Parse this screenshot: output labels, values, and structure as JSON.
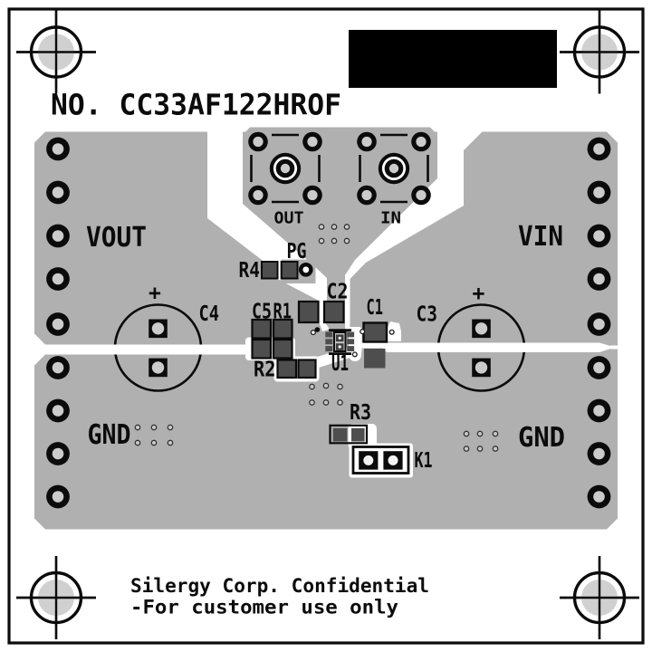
{
  "title": "NO. CC33AF122HROF",
  "board": {
    "connector_labels": {
      "vout": "VOUT",
      "vin": "VIN",
      "gnd_left": "GND",
      "gnd_right": "GND",
      "out_jack": "OUT",
      "in_jack": "IN",
      "pg_testpoint": "PG",
      "k1_jumper": "K1"
    },
    "component_labels": {
      "u1": "U1",
      "c1": "C1",
      "c2": "C2",
      "c3": "C3",
      "c4": "C4",
      "c5": "C5",
      "r1": "R1",
      "r2": "R2",
      "r3": "R3",
      "r4": "R4"
    },
    "polarity_marks": {
      "c4_plus": "+",
      "c3_plus": "+"
    }
  },
  "footer": {
    "line1": "Silergy Corp. Confidential",
    "line2": "-For customer use only"
  },
  "colors": {
    "background": "#ffffff",
    "copper_gray": "#b0b0b0",
    "hole_gray": "#cbcbcb",
    "fiducial_gray": "#d0d0d0",
    "pad_dark": "#4e4e4e",
    "silkscreen_black": "#0b0b0b"
  }
}
